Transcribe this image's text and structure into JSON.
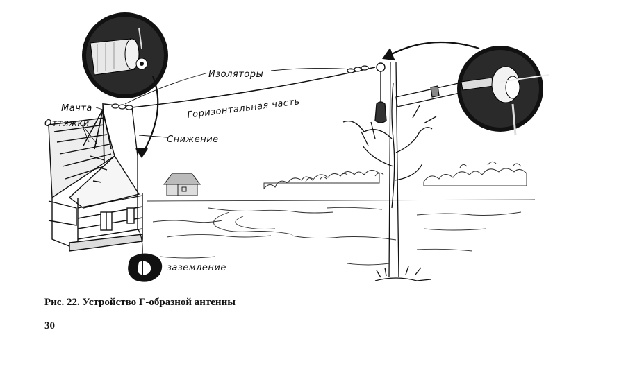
{
  "figure": {
    "labels": {
      "insulators": "Изоляторы",
      "horizontal_part": "Горизонтальная часть",
      "mast": "Мачта",
      "guys": "Оттяжки",
      "downlead": "Снижение",
      "ground": "заземление"
    },
    "caption": "Рис. 22. Устройство Г-образной антенны"
  },
  "page_number": "30"
}
